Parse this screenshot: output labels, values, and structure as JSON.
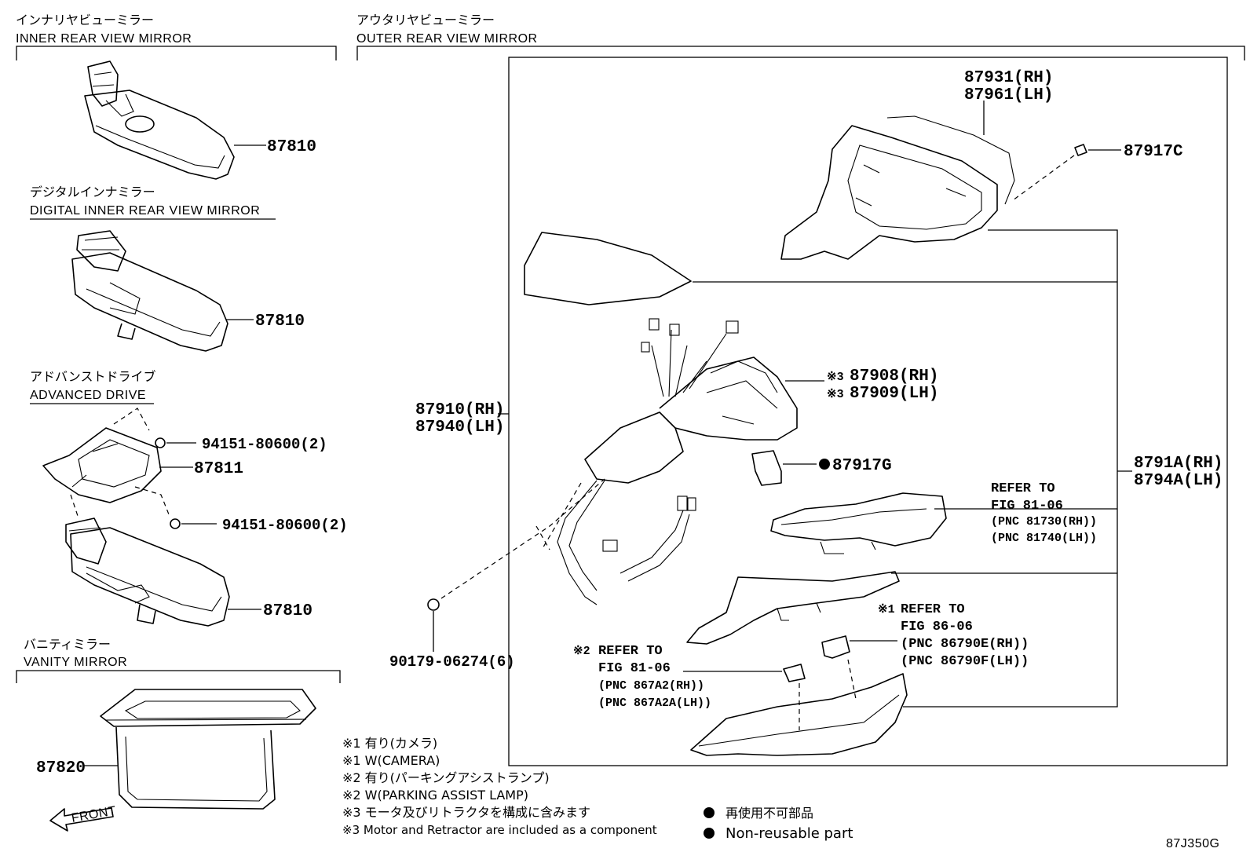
{
  "sections": {
    "inner": {
      "jp": "インナリヤビューミラー",
      "en": "INNER REAR VIEW MIRROR"
    },
    "digital": {
      "jp": "デジタルインナミラー",
      "en": "DIGITAL INNER REAR VIEW MIRROR"
    },
    "advanced": {
      "jp": "アドバンストドライブ",
      "en": "ADVANCED DRIVE"
    },
    "vanity": {
      "jp": "バニティミラー",
      "en": "VANITY MIRROR"
    },
    "outer": {
      "jp": "アウタリヤビューミラー",
      "en": "OUTER REAR VIEW MIRROR"
    }
  },
  "parts": {
    "p87810a": "87810",
    "p87810b": "87810",
    "p87810c": "87810",
    "p87811": "87811",
    "p94151a": "94151-80600(2)",
    "p94151b": "94151-80600(2)",
    "p87820": "87820",
    "p90179": "90179-06274(6)",
    "p87910": "87910(RH)",
    "p87940": "87940(LH)",
    "p87931": "87931(RH)",
    "p87961": "87961(LH)",
    "p87917c": "87917C",
    "p87908": "87908(RH)",
    "p87909": "87909(LH)",
    "mark3": "※3",
    "p87917g": "87917G",
    "p8791a": "8791A(RH)",
    "p8794a": "8794A(LH)"
  },
  "refs": {
    "r1": {
      "line1": "REFER TO",
      "line2": "FIG 81-06",
      "line3": "(PNC 81730(RH))",
      "line4": "(PNC 81740(LH))"
    },
    "r2": {
      "mark": "※1",
      "line1": "REFER TO",
      "line2": "FIG 86-06",
      "line3": "(PNC 86790E(RH))",
      "line4": "(PNC 86790F(LH))"
    },
    "r3": {
      "mark": "※2",
      "line1": "REFER TO",
      "line2": "FIG 81-06",
      "line3": "(PNC 867A2(RH))",
      "line4": "(PNC 867A2A(LH))"
    }
  },
  "notes": [
    "※1 有り(カメラ)",
    "※1 W(CAMERA)",
    "※2 有り(パーキングアシストランプ)",
    "※2 W(PARKING ASSIST LAMP)",
    "※3 モータ及びリトラクタを構成に含みます",
    "※3 Motor and Retractor are included as a component"
  ],
  "legend": {
    "jp": "再使用不可部品",
    "en": "Non-reusable part"
  },
  "front_label": "FRONT",
  "figure_id": "87J350G"
}
